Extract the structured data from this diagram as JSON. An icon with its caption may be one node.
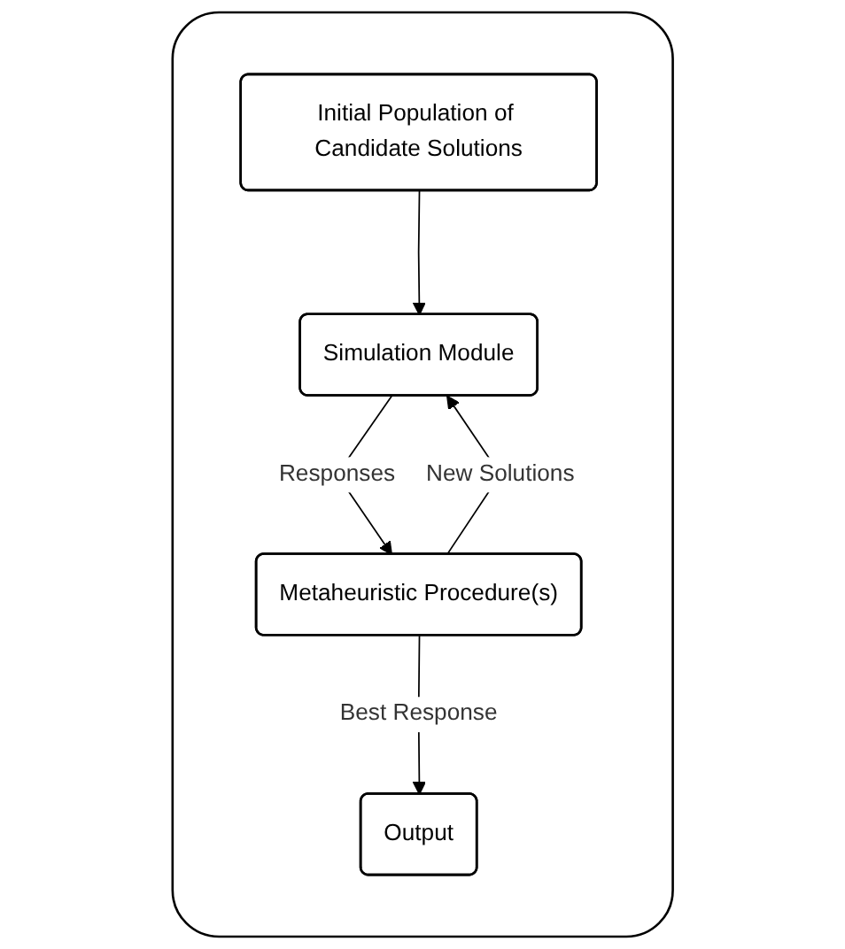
{
  "diagram": {
    "nodes": [
      {
        "text": [],
        "shape": "box"
      },
      {
        "text": [
          "Initial Population of Candidate Solutions"
        ],
        "in": 0
      },
      {
        "text": [
          "Simulation Module"
        ],
        "in": 0
      },
      {
        "text": [
          "Metaheuristic Procedure(s)"
        ],
        "in": 0
      },
      {
        "text": [
          "Output"
        ],
        "in": 0
      }
    ],
    "edges": [
      {
        "from": 1,
        "to": 2,
        "arrow": "to"
      },
      {
        "from": 2,
        "to": 3,
        "label": "Responses",
        "arrow": "to"
      },
      {
        "from": 3,
        "to": 2,
        "label": "New Solutions",
        "arrow": "to"
      },
      {
        "from": 3,
        "to": 4,
        "label": "Best Response",
        "arrow": "to"
      }
    ]
  }
}
